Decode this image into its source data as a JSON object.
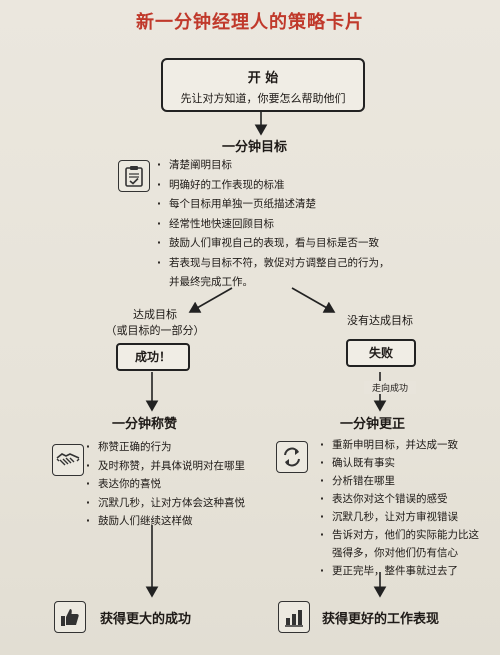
{
  "title": "新一分钟经理人的策略卡片",
  "start": {
    "heading": "开 始",
    "subtitle": "先让对方知道，你要怎么帮助他们"
  },
  "goals": {
    "title": "一分钟目标",
    "items": [
      "清楚阐明目标",
      "明确好的工作表现的标准",
      "每个目标用单独一页纸描述清楚",
      "经常性地快速回顾目标",
      "鼓励人们审视自己的表现，看与目标是否一致",
      "若表现与目标不符，敦促对方调整自己的行为，",
      "并最终完成工作。"
    ]
  },
  "left_branch": {
    "condition_line1": "达成目标",
    "condition_line2": "（或目标的一部分）",
    "outcome": "成功！",
    "section_title": "一分钟称赞",
    "items": [
      "称赞正确的行为",
      "及时称赞，并具体说明对在哪里",
      "表达你的喜悦",
      "沉默几秒，让对方体会这种喜悦",
      "鼓励人们继续这样做"
    ],
    "result": "获得更大的成功"
  },
  "right_branch": {
    "condition": "没有达成目标",
    "outcome": "失败",
    "transition": "走向成功",
    "section_title": "一分钟更正",
    "items": [
      "重新申明目标，并达成一致",
      "确认既有事实",
      "分析错在哪里",
      "表达你对这个错误的感受",
      "沉默几秒，让对方审视错误",
      "告诉对方，他们的实际能力比这",
      "强得多，你对他们仍有信心",
      "更正完毕，整件事就过去了"
    ],
    "result": "获得更好的工作表现"
  },
  "icons": {
    "goals": "clipboard-icon",
    "praise": "handshake-icon",
    "redirect": "cycle-arrows-icon",
    "left_result": "thumbs-up-icon",
    "right_result": "bar-chart-icon"
  },
  "colors": {
    "title": "#c0392b",
    "ink": "#1e1a17",
    "paper": "#e9e5dc"
  }
}
